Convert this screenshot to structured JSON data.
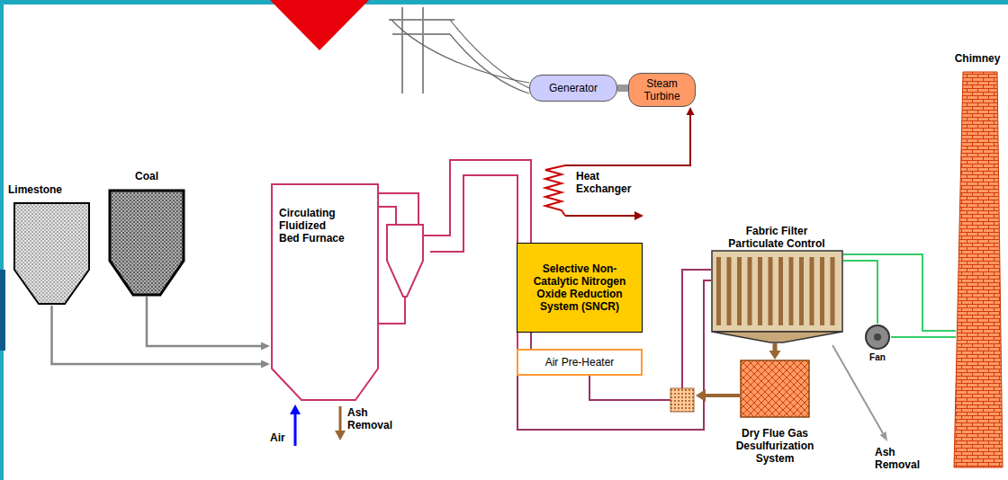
{
  "diagram": {
    "nodes": [
      {
        "text": [
          "Limestone"
        ]
      },
      {
        "text": [
          "Coal"
        ]
      },
      {
        "text": [
          "Circulating Fluidized Bed Furnace"
        ]
      },
      {
        "text": [
          "Generator"
        ]
      },
      {
        "text": [
          "Steam Turbine"
        ]
      },
      {
        "text": [
          "Heat Exchanger"
        ]
      },
      {
        "text": [
          "Selective Non-Catalytic Nitrogen Oxide Reduction System (SNCR)"
        ]
      },
      {
        "text": [
          "Air Pre-Heater"
        ]
      },
      {
        "text": [
          "Fabric Filter Particulate Control"
        ]
      },
      {
        "text": [
          "Dry Flue Gas Desulfurization System"
        ]
      },
      {
        "text": [
          "Fan"
        ]
      },
      {
        "text": [
          "Chimney"
        ]
      }
    ],
    "edges": [
      {
        "from": 0,
        "to": 2,
        "arrow": "to"
      },
      {
        "from": 1,
        "to": 2,
        "arrow": "to"
      },
      {
        "from": 3,
        "to": 4,
        "arrow": "none"
      },
      {
        "from": 5,
        "to": 4,
        "arrow": "to"
      },
      {
        "from": 2,
        "to": 6,
        "arrow": "none"
      },
      {
        "from": 6,
        "to": 7,
        "arrow": "none"
      },
      {
        "from": 7,
        "to": 8,
        "arrow": "none"
      },
      {
        "from": 8,
        "to": 9,
        "arrow": "to"
      },
      {
        "from": 8,
        "to": 10,
        "arrow": "none"
      },
      {
        "from": 10,
        "to": 11,
        "arrow": "none"
      }
    ],
    "labels": [
      "Air",
      "Ash Removal",
      "Ash Removal"
    ]
  }
}
